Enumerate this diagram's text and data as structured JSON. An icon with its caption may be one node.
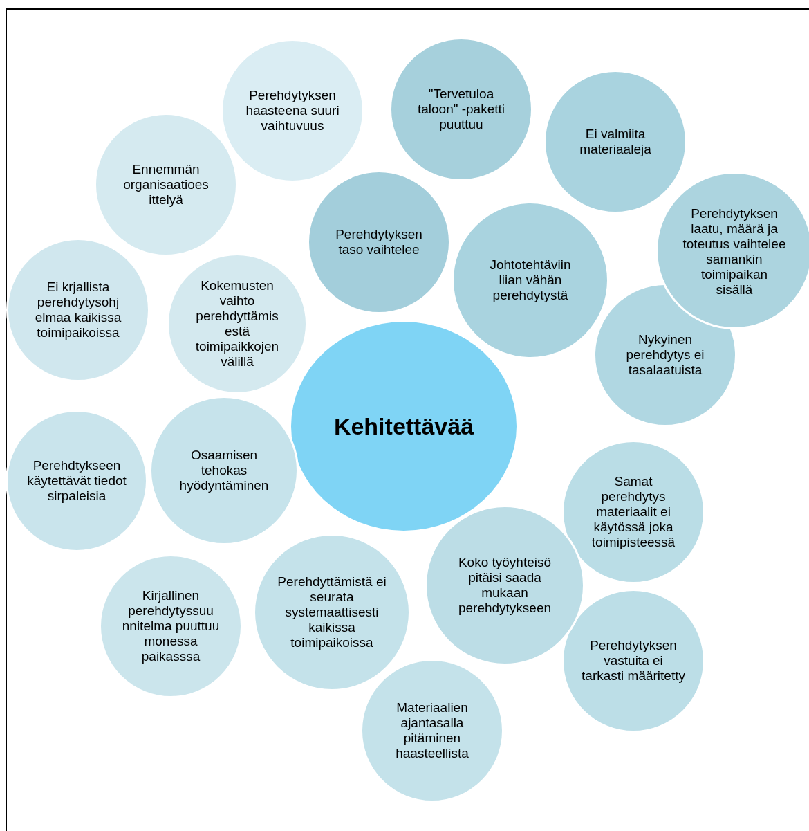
{
  "diagram": {
    "nodes": [
      {
        "text": [
          "Perehdytyksen haasteena suuri vaihtuvuus"
        ]
      },
      {
        "text": [
          "\"Tervetuloa taloon\" -paketti puuttuu"
        ]
      },
      {
        "text": [
          "Ennemmän organisaatioes ittelyä"
        ]
      },
      {
        "text": [
          "Ei valmiita materiaaleja"
        ]
      },
      {
        "text": [
          "Perehdytyksen taso vaihtelee"
        ]
      },
      {
        "text": [
          "Perehdytyksen laatu, määrä ja toteutus vaihtelee samankin toimipaikan sisällä"
        ]
      },
      {
        "text": [
          "Johtotehtäviin liian vähän perehdytystä"
        ]
      },
      {
        "text": [
          "Ei krjallista perehdytysohj elmaa kaikissa toimipaikoissa"
        ]
      },
      {
        "text": [
          "Kokemusten vaihto perehdyttämis estä toimipaikkojen välillä"
        ]
      },
      {
        "text": [
          "Nykyinen perehdytys ei tasalaatuista"
        ]
      },
      {
        "text": [
          "Kehitettävää"
        ]
      },
      {
        "text": [
          "Perehdtykseen käytettävät tiedot sirpaleisia"
        ]
      },
      {
        "text": [
          "Osaamisen tehokas hyödyntäminen"
        ]
      },
      {
        "text": [
          "Samat perehdytys materiaalit ei käytössä joka toimipisteessä"
        ]
      },
      {
        "text": [
          "Koko työyhteisö pitäisi saada mukaan perehdytykseen"
        ]
      },
      {
        "text": [
          "Kirjallinen perehdytyssuu nnitelma puuttuu monessa paikasssa"
        ]
      },
      {
        "text": [
          "Perehdyttämistä ei seurata systemaattisesti kaikissa toimipaikoissa"
        ]
      },
      {
        "text": [
          "Perehdytyksen vastuita ei tarkasti määritetty"
        ]
      },
      {
        "text": [
          "Materiaalien ajantasalla pitäminen haasteellista"
        ]
      }
    ]
  }
}
